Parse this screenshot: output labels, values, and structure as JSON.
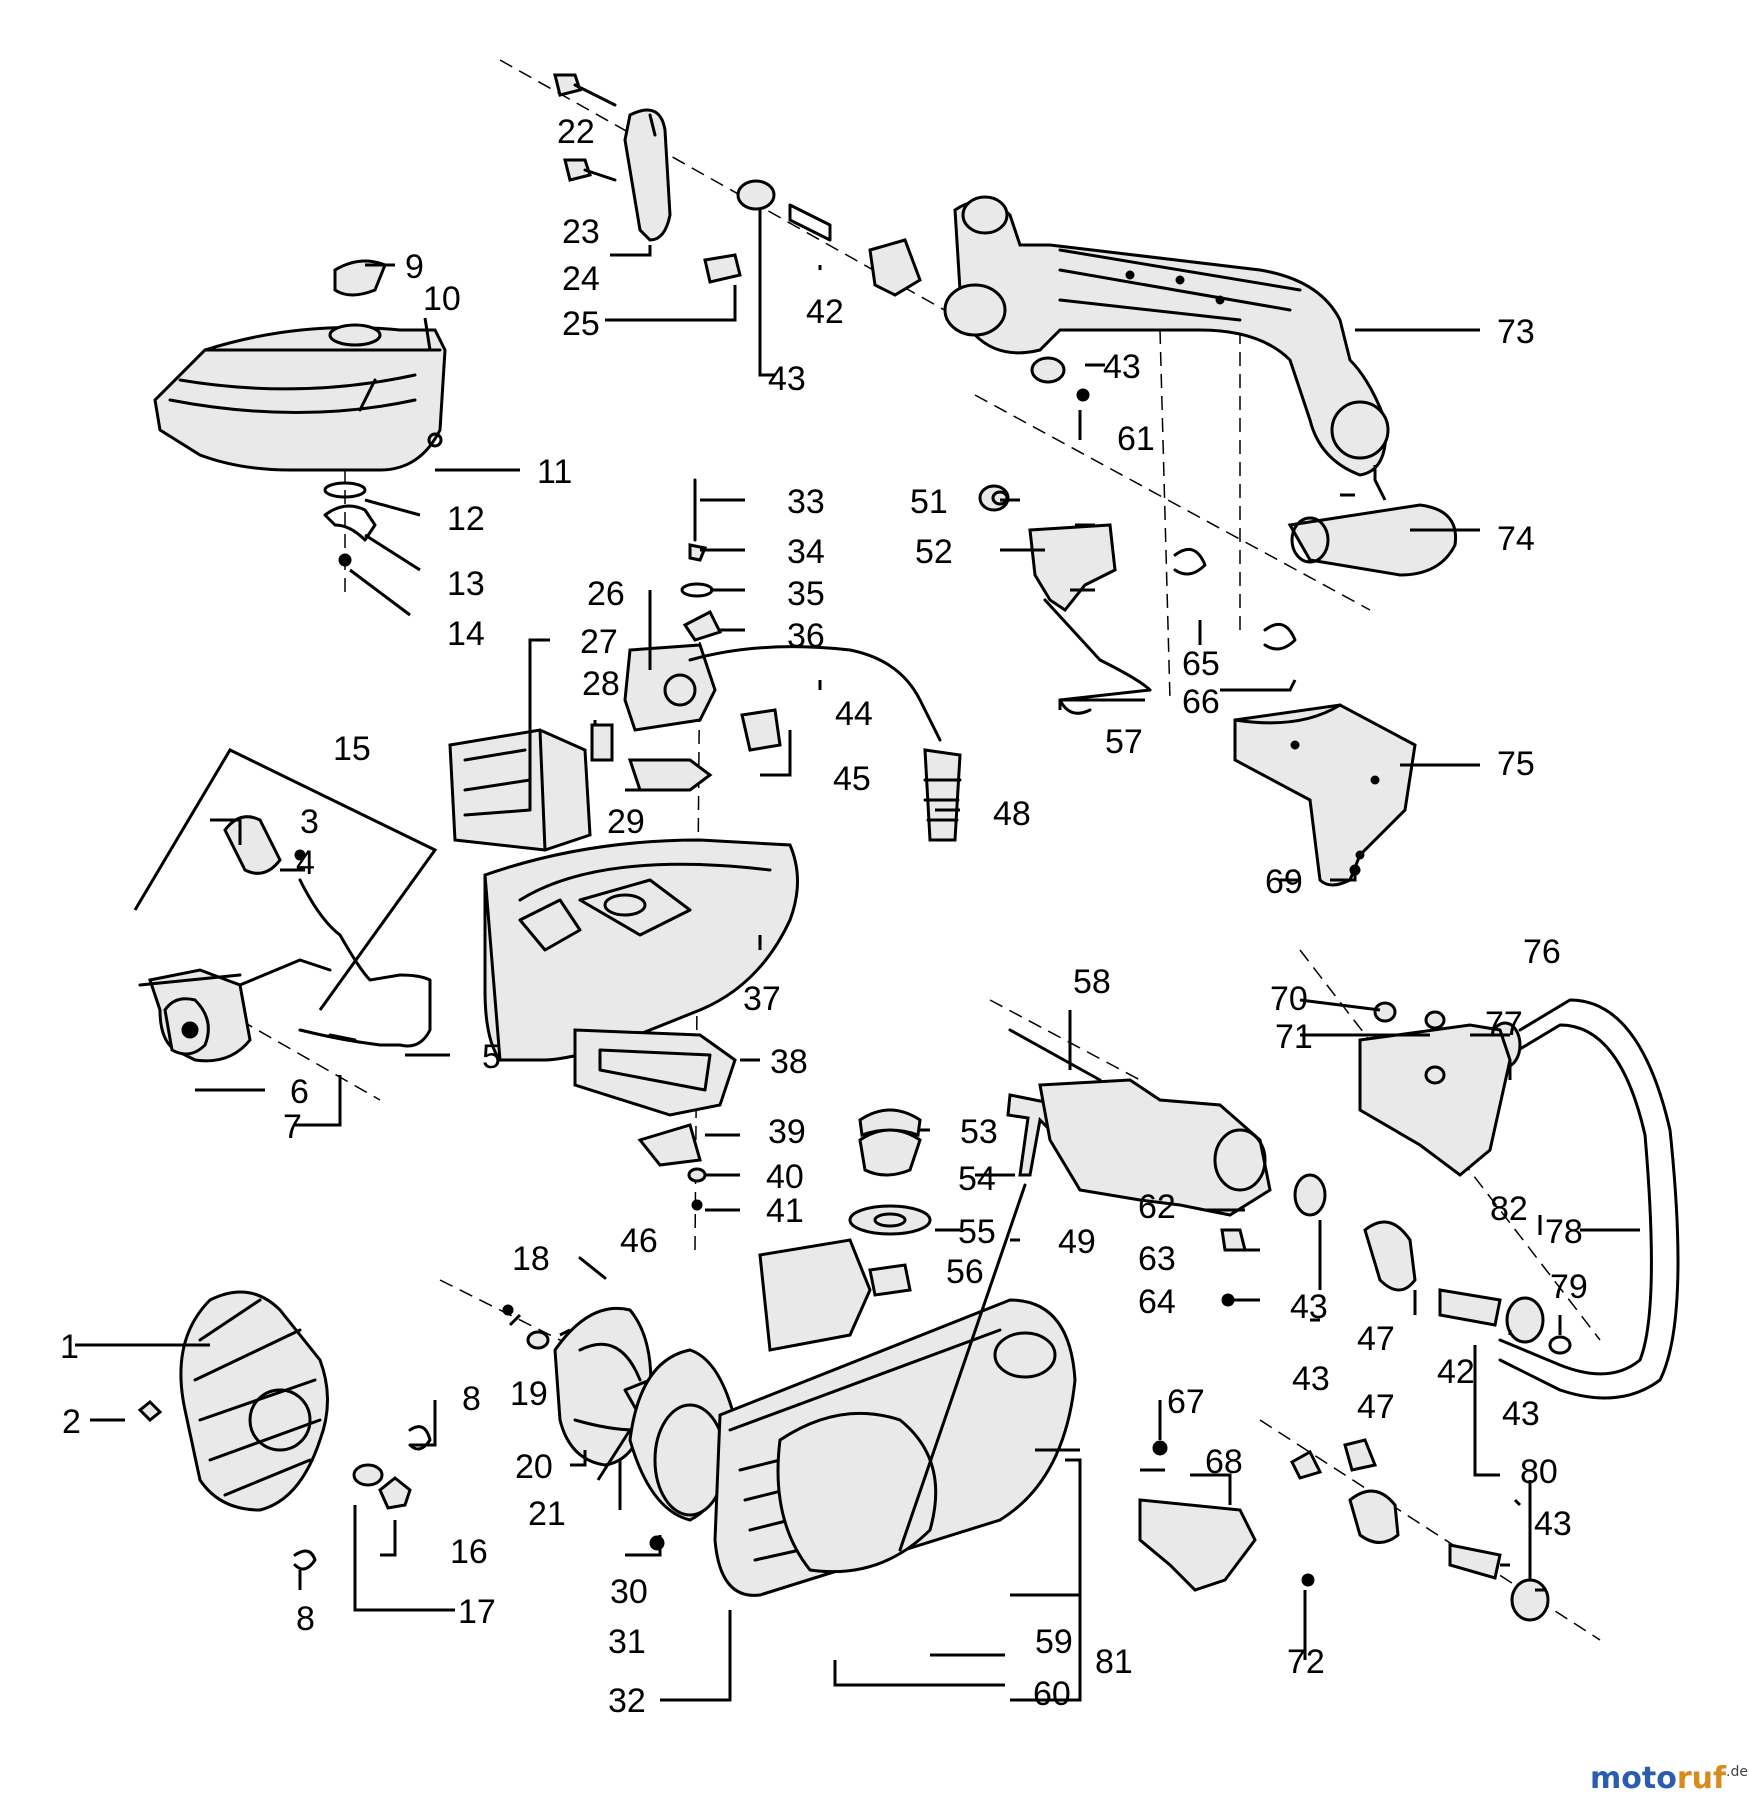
{
  "diagram": {
    "part_numbers": [
      "1",
      "2",
      "3",
      "4",
      "5",
      "6",
      "7",
      "8",
      "9",
      "10",
      "11",
      "12",
      "13",
      "14",
      "15",
      "16",
      "17",
      "18",
      "19",
      "20",
      "21",
      "22",
      "23",
      "24",
      "25",
      "26",
      "27",
      "28",
      "29",
      "30",
      "31",
      "32",
      "33",
      "34",
      "35",
      "36",
      "37",
      "38",
      "39",
      "40",
      "41",
      "42",
      "43",
      "44",
      "45",
      "46",
      "47",
      "48",
      "49",
      "51",
      "52",
      "53",
      "54",
      "55",
      "56",
      "57",
      "58",
      "59",
      "60",
      "61",
      "62",
      "63",
      "64",
      "65",
      "66",
      "67",
      "68",
      "69",
      "70",
      "71",
      "72",
      "73",
      "74",
      "75",
      "76",
      "77",
      "78",
      "79",
      "80",
      "81",
      "82"
    ]
  },
  "watermark": {
    "part_a": "moto",
    "part_b": "ruf",
    "suffix": ".de"
  }
}
